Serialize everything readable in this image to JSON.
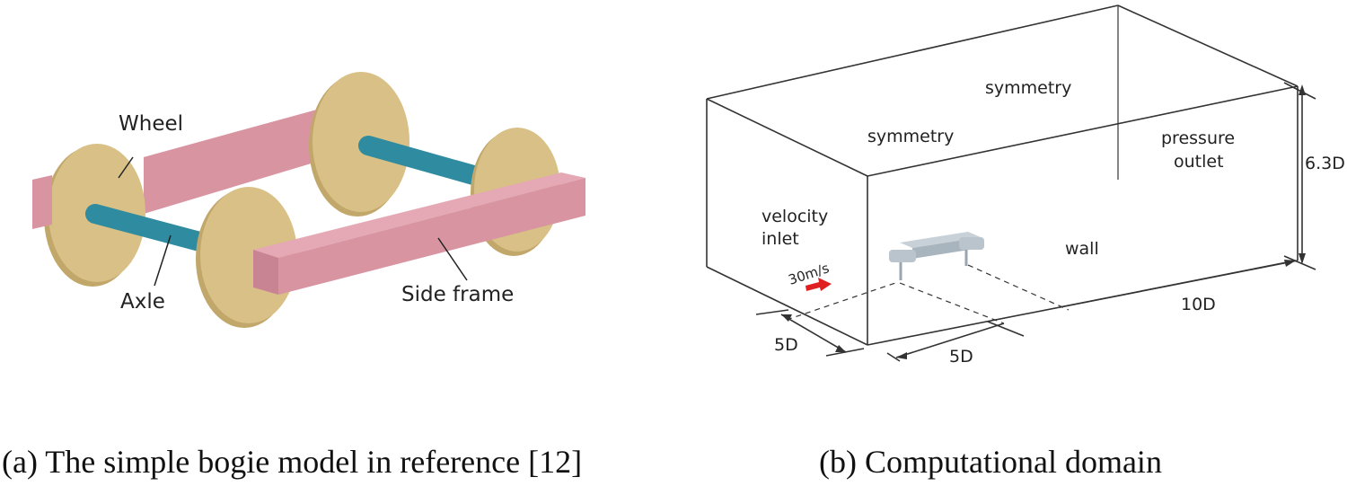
{
  "panel_a": {
    "caption": "(a) The simple bogie model in reference [12]",
    "labels": {
      "wheel": "Wheel",
      "axle": "Axle",
      "side_frame": "Side frame"
    },
    "colors": {
      "wheel": "#d8c086",
      "wheel_edge": "#c2a76a",
      "frame": "#d994a2",
      "frame_top": "#e4a9b4",
      "axle": "#2f8ba0"
    }
  },
  "panel_b": {
    "caption": "(b) Computational domain",
    "labels": {
      "symmetry_top": "symmetry",
      "symmetry_side": "symmetry",
      "pressure_outlet_1": "pressure",
      "pressure_outlet_2": "outlet",
      "velocity_inlet_1": "velocity",
      "velocity_inlet_2": "inlet",
      "wall": "wall",
      "speed": "30m/s",
      "height": "6.3D",
      "downstream": "10D",
      "upstream": "5D",
      "lateral": "5D"
    },
    "colors": {
      "arrow": "#e02020",
      "model": "#b9c4cc"
    }
  }
}
